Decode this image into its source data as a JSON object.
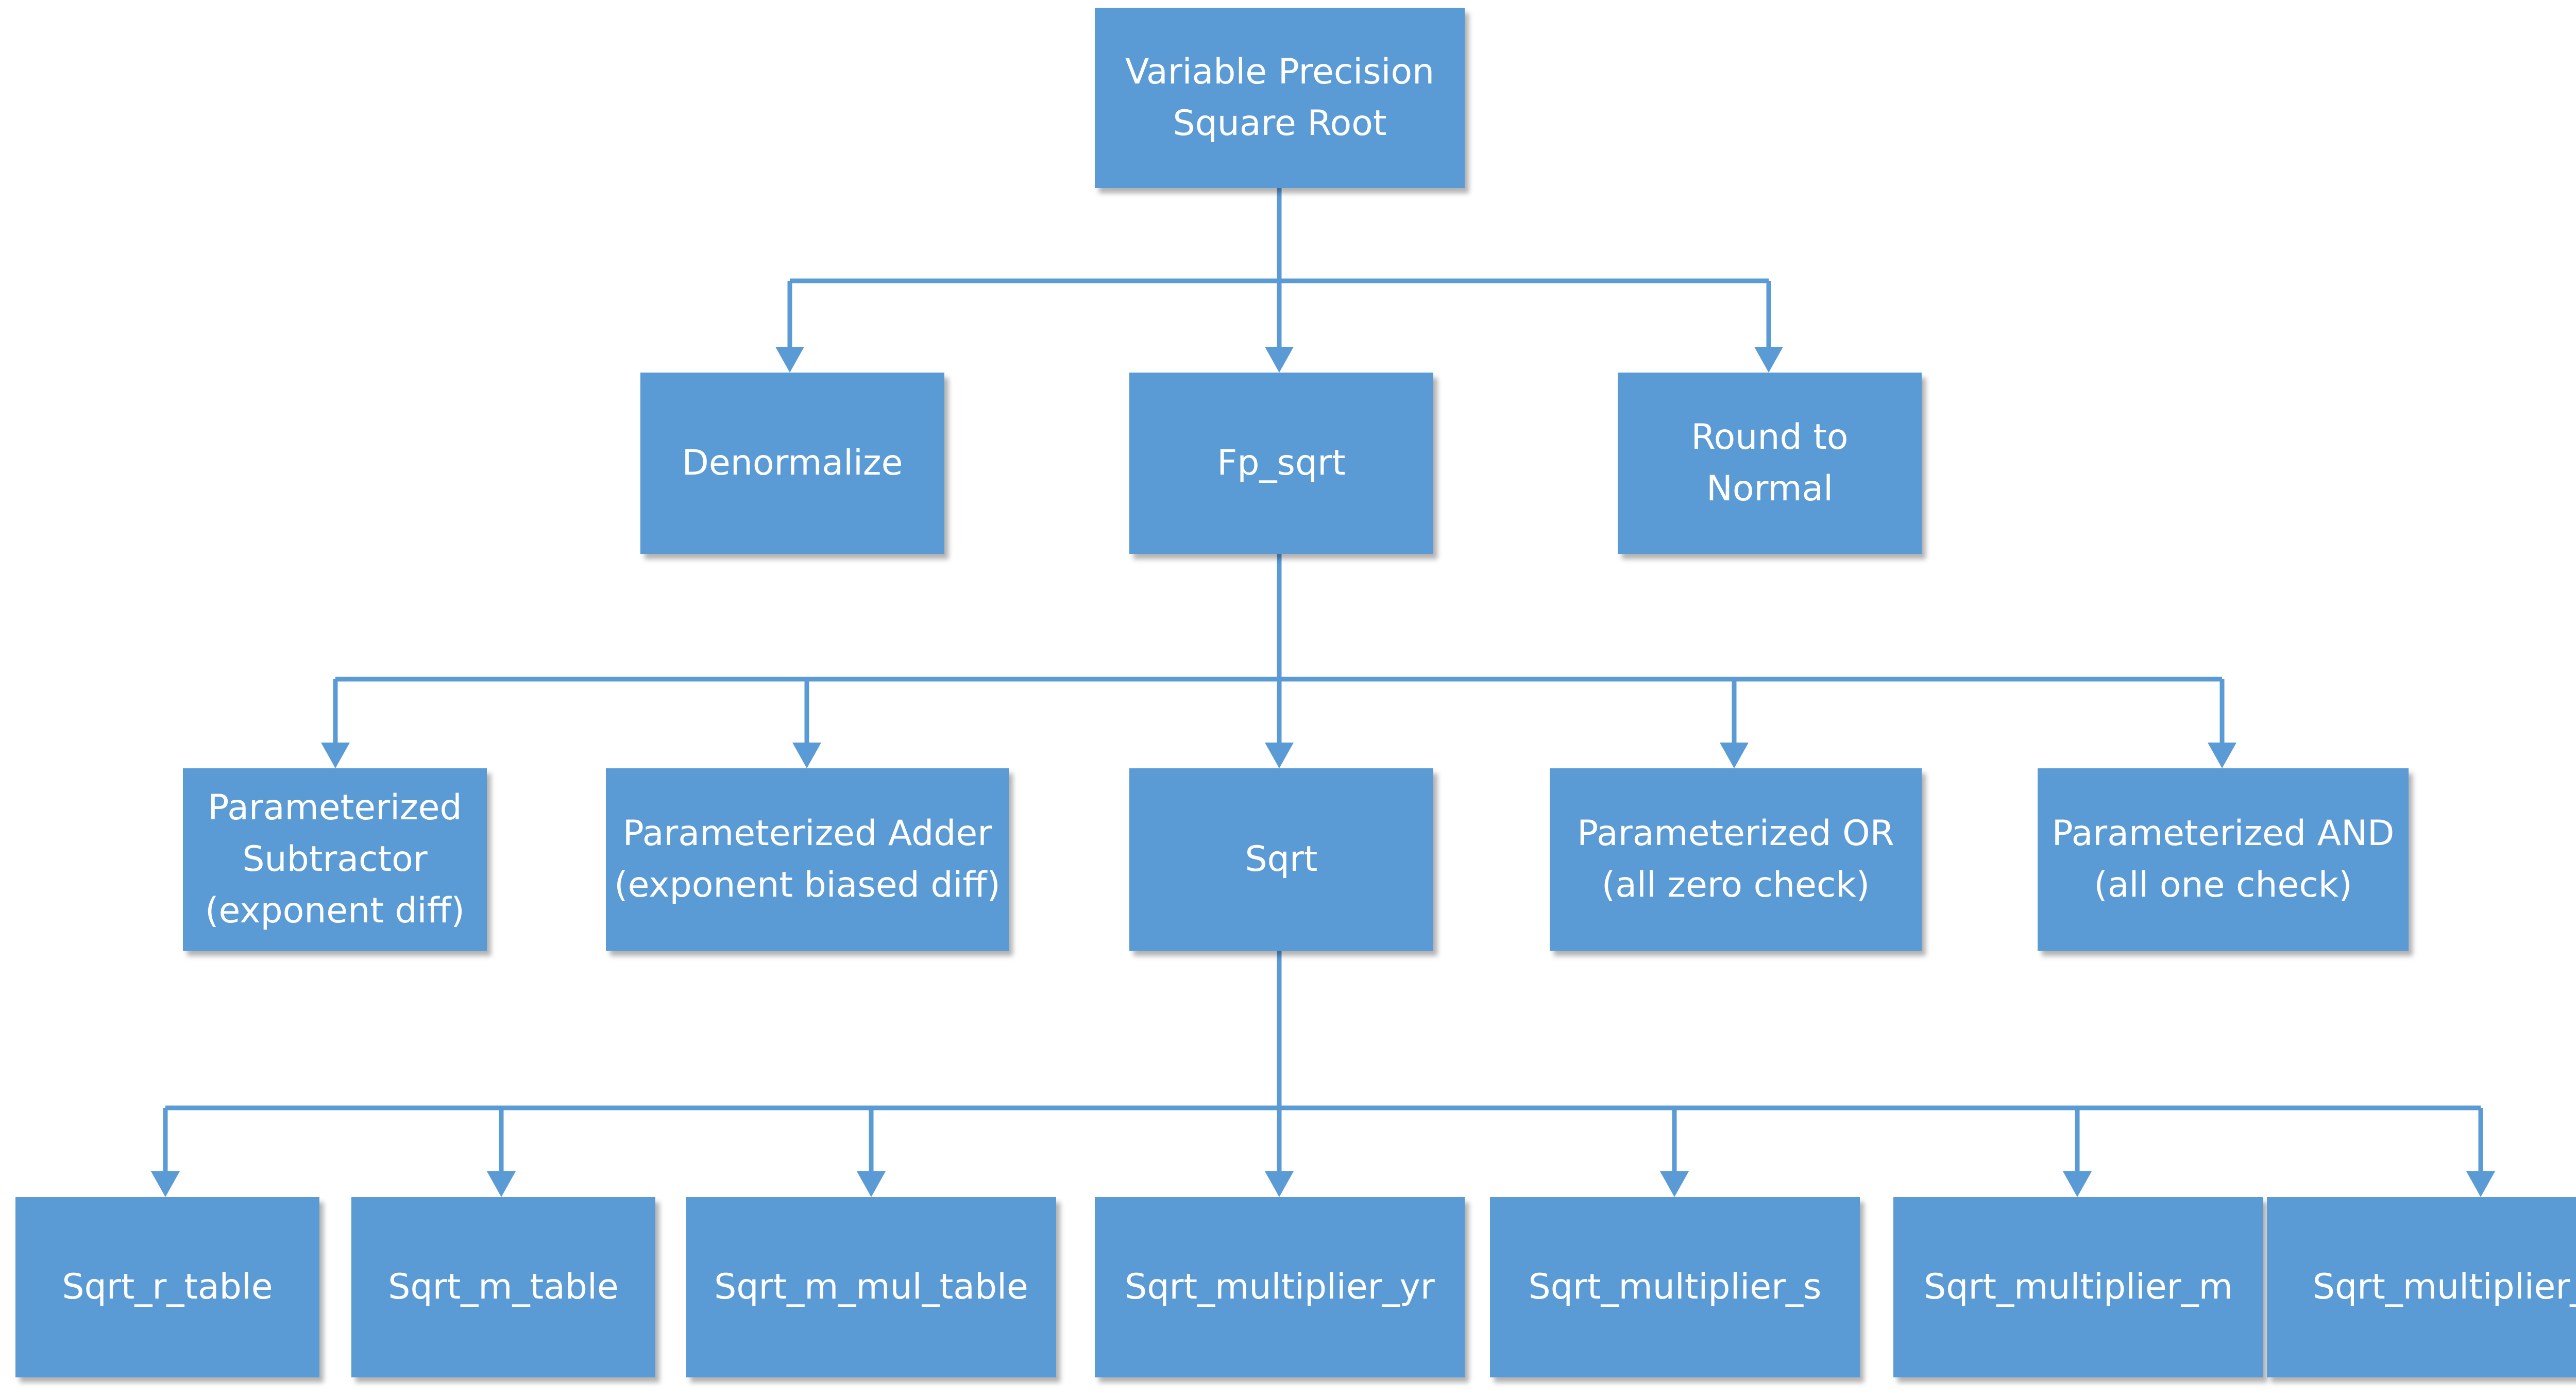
{
  "colors": {
    "box_fill": "#5b9bd5",
    "connector": "#5b9bd5",
    "text": "#ffffff"
  },
  "nodes": {
    "root": "Variable Precision\nSquare Root",
    "denormalize": "Denormalize",
    "fp_sqrt": "Fp_sqrt",
    "round_to_normal": "Round to\nNormal",
    "param_subtractor": "Parameterized\nSubtractor\n(exponent diff)",
    "param_adder": "Parameterized Adder\n(exponent biased diff)",
    "sqrt": "Sqrt",
    "param_or": "Parameterized OR\n(all zero check)",
    "param_and": "Parameterized AND\n(all one check)",
    "sqrt_r_table": "Sqrt_r_table",
    "sqrt_m_table": "Sqrt_m_table",
    "sqrt_m_mul_table": "Sqrt_m_mul_table",
    "sqrt_multiplier_yr": "Sqrt_multiplier_yr",
    "sqrt_multiplier_s": "Sqrt_multiplier_s",
    "sqrt_multiplier_m": "Sqrt_multiplier_m",
    "sqrt_multiplier_l": "Sqrt_multiplier_l"
  },
  "edges": [
    [
      "root",
      "denormalize"
    ],
    [
      "root",
      "fp_sqrt"
    ],
    [
      "root",
      "round_to_normal"
    ],
    [
      "fp_sqrt",
      "param_subtractor"
    ],
    [
      "fp_sqrt",
      "param_adder"
    ],
    [
      "fp_sqrt",
      "sqrt"
    ],
    [
      "fp_sqrt",
      "param_or"
    ],
    [
      "fp_sqrt",
      "param_and"
    ],
    [
      "sqrt",
      "sqrt_r_table"
    ],
    [
      "sqrt",
      "sqrt_m_table"
    ],
    [
      "sqrt",
      "sqrt_m_mul_table"
    ],
    [
      "sqrt",
      "sqrt_multiplier_yr"
    ],
    [
      "sqrt",
      "sqrt_multiplier_s"
    ],
    [
      "sqrt",
      "sqrt_multiplier_m"
    ],
    [
      "sqrt",
      "sqrt_multiplier_l"
    ]
  ]
}
